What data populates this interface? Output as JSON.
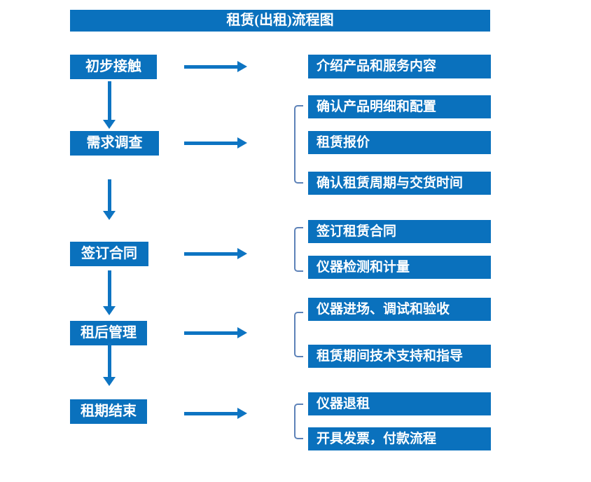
{
  "title": "租赁(出租)流程图",
  "colors": {
    "box_blue": "#0a71bd",
    "arrow_blue": "#0d74c2",
    "bracket_blue": "#5d82b8",
    "text": "#ffffff",
    "background": "#ffffff"
  },
  "steps": [
    {
      "label": "初步接触",
      "details": [
        "介绍产品和服务内容"
      ]
    },
    {
      "label": "需求调查",
      "details": [
        "确认产品明细和配置",
        "租赁报价",
        "确认租赁周期与交货时间"
      ]
    },
    {
      "label": "签订合同",
      "details": [
        "签订租赁合同",
        "仪器检测和计量"
      ]
    },
    {
      "label": "租后管理",
      "details": [
        "仪器进场、调试和验收",
        "租赁期间技术支持和指导"
      ]
    },
    {
      "label": "租期结束",
      "details": [
        "仪器退租",
        "开具发票，付款流程"
      ]
    }
  ]
}
